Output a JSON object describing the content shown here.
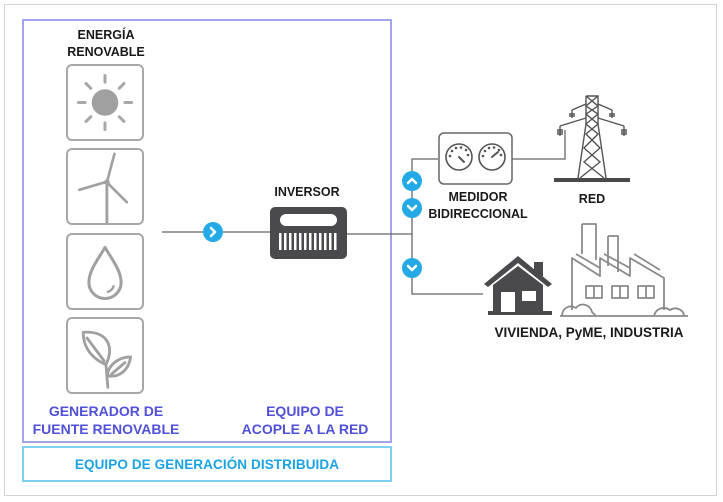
{
  "title_top": {
    "line1": "ENERGÍA",
    "line2": "RENOVABLE"
  },
  "sources": [
    {
      "name": "sun",
      "icon": "sun-icon"
    },
    {
      "name": "wind",
      "icon": "wind-turbine-icon"
    },
    {
      "name": "water",
      "icon": "water-drop-icon"
    },
    {
      "name": "biomass",
      "icon": "leaf-icon"
    }
  ],
  "generator_label": {
    "line1": "GENERADOR DE",
    "line2": "FUENTE RENOVABLE"
  },
  "coupling_label": {
    "line1": "EQUIPO DE",
    "line2": "ACOPLE A LA RED"
  },
  "inverter_label": "INVERSOR",
  "meter_label": {
    "line1": "MEDIDOR",
    "line2": "BIDIRECCIONAL"
  },
  "grid_label": "RED",
  "consumers_label": "VIVIENDA, PyME, INDUSTRIA",
  "distributed_label": "EQUIPO DE GENERACIÓN DISTRIBUIDA",
  "colors": {
    "accent_blue": "#22a9e6",
    "box_border": "#a3a3ef",
    "distributed_border": "#7fd2ee",
    "label_purple": "#5050d8",
    "label_cyan": "#1aa3e3",
    "icon_gray": "#a0a0a0",
    "dark_icon": "#4a4a4c"
  }
}
